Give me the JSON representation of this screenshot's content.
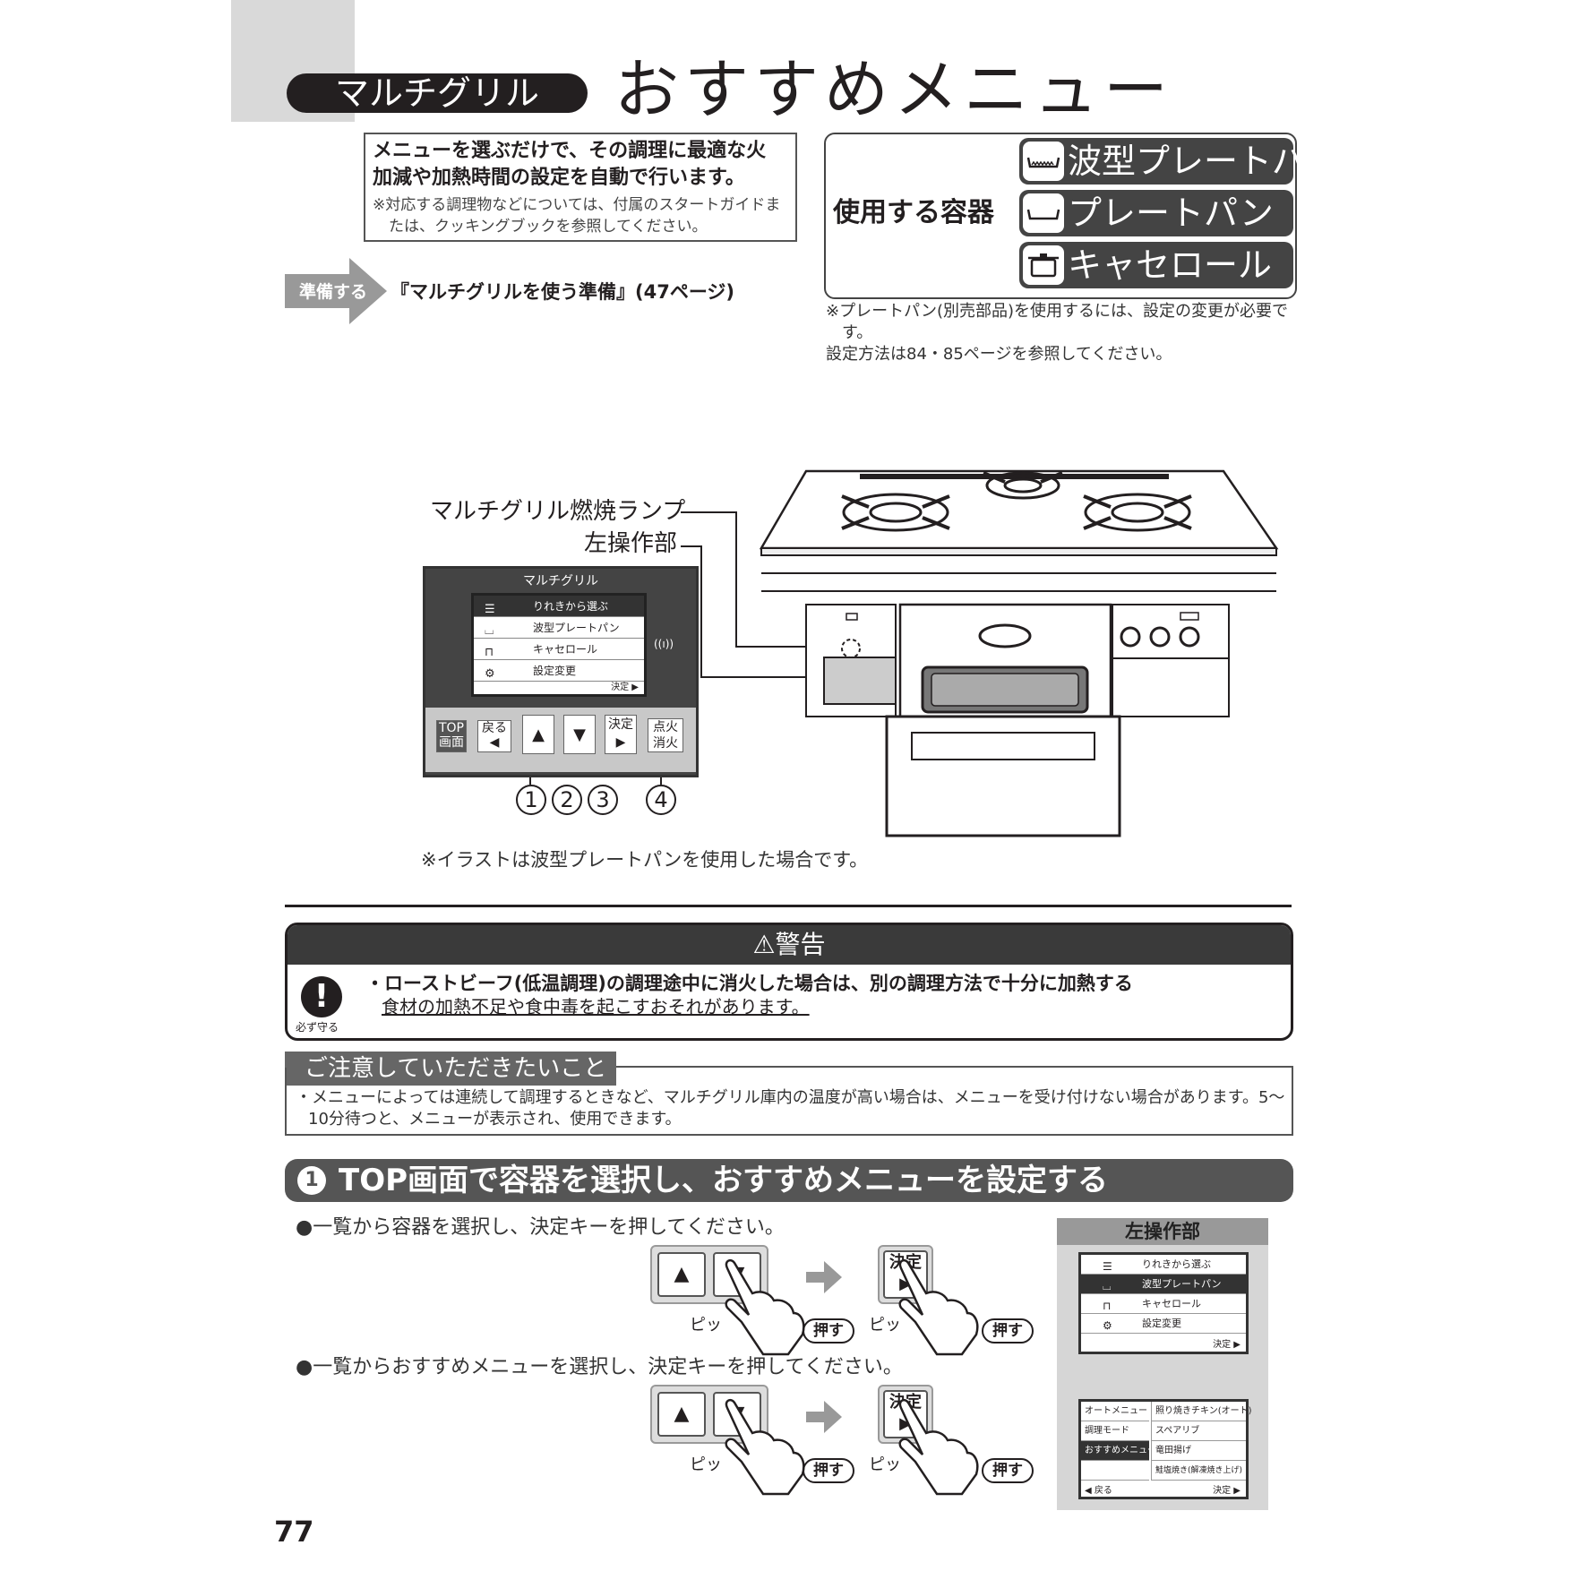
{
  "header": {
    "category": "マルチグリル",
    "title": "おすすめメニュー"
  },
  "intro": {
    "lead_line1": "メニューを選ぶだけで、その調理に最適な火",
    "lead_line2": "加減や加熱時間の設定を自動で行います。",
    "note": "※対応する調理物などについては、付属のスタートガイドまたは、クッキングブックを参照してください。"
  },
  "containers": {
    "label": "使用する容器",
    "items": [
      {
        "label": "波型プレートパン",
        "icon": "wave-plate-pan-icon"
      },
      {
        "label": "プレートパン",
        "icon": "plate-pan-icon"
      },
      {
        "label": "キャセロール",
        "icon": "casserole-icon"
      }
    ],
    "note_line1": "※プレートパン(別売部品)を使用するには、設定の変更が必要です。",
    "note_line2": "設定方法は84・85ページを参照してください。"
  },
  "prep": {
    "label": "準備する",
    "text": "『マルチグリルを使う準備』(47ページ)"
  },
  "diagram": {
    "lamp_label": "マルチグリル燃焼ランプ",
    "left_panel_label": "左操作部",
    "display_title": "マルチグリル",
    "display_items": [
      "りれきから選ぶ",
      "波型プレートパン",
      "キャセロール",
      "設定変更"
    ],
    "display_decide": "決定 ▶",
    "wireless": "((ı))",
    "keys": {
      "top": "TOP 画面",
      "back": "戻る ◀",
      "up": "▲",
      "down": "▼",
      "decide": "決定 ▶",
      "ignite": "点火 消火"
    },
    "numbers": [
      "1",
      "2",
      "3",
      "4"
    ],
    "illustration_note": "※イラストは波型プレートパンを使用した場合です。"
  },
  "warning": {
    "title": "警告",
    "must_label": "必ず守る",
    "line1": "・ローストビーフ(低温調理)の調理途中に消火した場合は、別の調理方法で十分に加熱する",
    "line2": "食材の加熱不足や食中毒を起こすおそれがあります。"
  },
  "caution": {
    "title": "ご注意していただきたいこと",
    "text": "・メニューによっては連続して調理するときなど、マルチグリル庫内の温度が高い場合は、メニューを受け付けない場合があります。5〜10分待つと、メニューが表示され、使用できます。"
  },
  "step1": {
    "number": "1",
    "title": "TOP画面で容器を選択し、おすすめメニューを設定する",
    "instruction1": "●一覧から容器を選択し、決定キーを押してください。",
    "instruction2": "●一覧からおすすめメニューを選択し、決定キーを押してください。",
    "key_up": "▲",
    "key_down": "▼",
    "key_decide_top": "決定",
    "key_decide_arrow": "▶",
    "beep": "ピッ",
    "push": "押す"
  },
  "panel": {
    "title": "左操作部",
    "screen1_items": [
      "りれきから選ぶ",
      "波型プレートパン",
      "キャセロール",
      "設定変更"
    ],
    "screen1_decide": "決定 ▶",
    "screen2_left": [
      "オートメニュー",
      "調理モード",
      "おすすめメニュー"
    ],
    "screen2_right": [
      "照り焼きチキン(オート)",
      "スペアリブ",
      "竜田揚げ",
      "鮭塩焼き(解凍焼き上げ)"
    ],
    "screen2_back": "◀ 戻る",
    "screen2_decide": "決定 ▶"
  },
  "page_number": "77"
}
